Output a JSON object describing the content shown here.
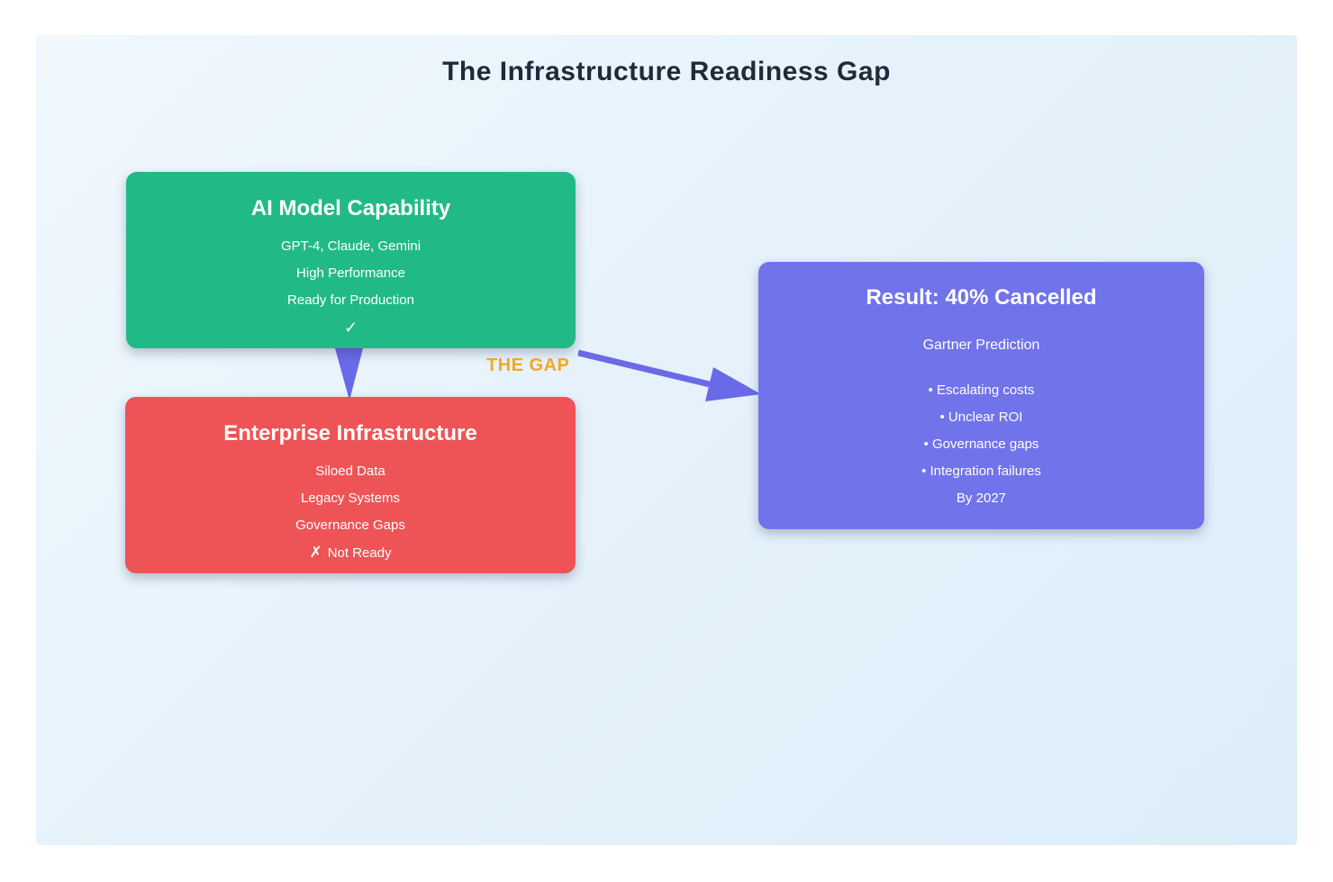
{
  "title": "The Infrastructure Readiness Gap",
  "gap_label": "THE GAP",
  "boxes": {
    "ai": {
      "title": "AI Model Capability",
      "lines": [
        "GPT-4, Claude, Gemini",
        "High Performance",
        "Ready for Production"
      ],
      "status_icon": "✓",
      "color": "#21ba86"
    },
    "enterprise": {
      "title": "Enterprise Infrastructure",
      "lines": [
        "Siloed Data",
        "Legacy Systems",
        "Governance Gaps"
      ],
      "status_icon": "✗",
      "status_label": "Not Ready",
      "color": "#ee5456"
    },
    "result": {
      "title": "Result: 40% Cancelled",
      "subtitle": "Gartner Prediction",
      "bullets": [
        "• Escalating costs",
        "• Unclear ROI",
        "• Governance gaps",
        "• Integration failures"
      ],
      "footer": "By 2027",
      "color": "#7173ea"
    }
  },
  "colors": {
    "background_gradient_start": "#f0f8fe",
    "background_gradient_end": "#dcedf9",
    "title_text": "#1d2b3a",
    "gap_label_orange": "#f5a623",
    "arrow_purple": "#6a6ae8",
    "box_text": "#ffffff"
  }
}
